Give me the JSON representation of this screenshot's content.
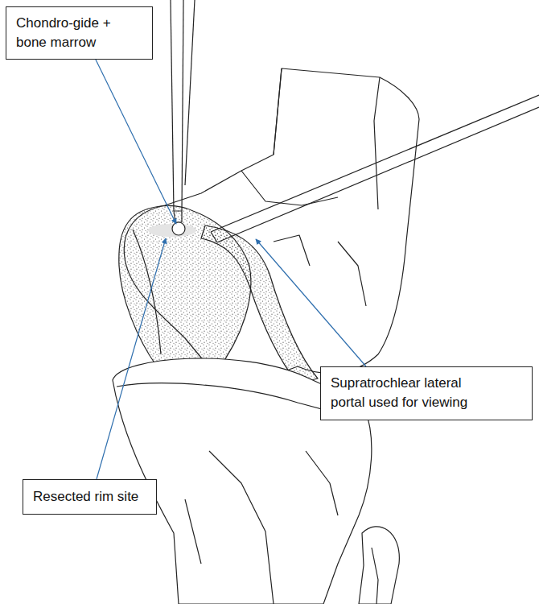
{
  "diagram": {
    "nodes": [
      {
        "text": [
          "Chondro-gide + bone marrow"
        ]
      },
      {
        "text": [
          "Supratrochlear lateral portal used for viewing"
        ]
      },
      {
        "text": [
          "Resected rim site"
        ]
      }
    ]
  }
}
